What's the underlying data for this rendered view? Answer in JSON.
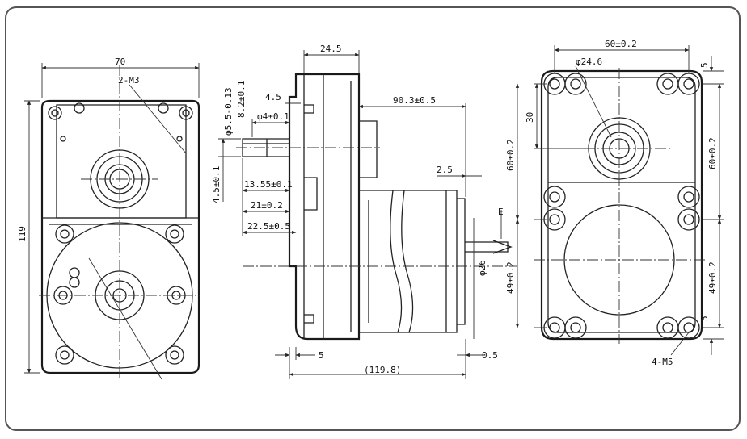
{
  "dimensions": {
    "front_width": "70",
    "front_height": "119",
    "front_holes": "2-M3",
    "side_top": "24.5",
    "side_length": "90.3±0.5",
    "side_flange": "4.5",
    "side_shaft_d": "φ4±0.1",
    "side_key_a": "φ5.5-0.13",
    "side_key_b": "8.2±0.1",
    "side_shaft_h": "4.5±0.1",
    "side_13": "13.55±0.1",
    "side_21": "21±0.2",
    "side_22": "22.5±0.5",
    "side_25": "2.5",
    "side_E": "E",
    "side_26": "φ26",
    "side_5": "5",
    "side_05": "0.5",
    "side_total": "(119.8)",
    "rear_width": "60±0.2",
    "rear_boss": "φ24.6",
    "rear_30": "30",
    "rear_60_left": "60±0.2",
    "rear_60_right": "60±0.2",
    "rear_49_left": "49±0.2",
    "rear_49_right": "49±0.2",
    "rear_5_top": "5",
    "rear_5_bottom": "5",
    "rear_holes": "4-M5"
  }
}
